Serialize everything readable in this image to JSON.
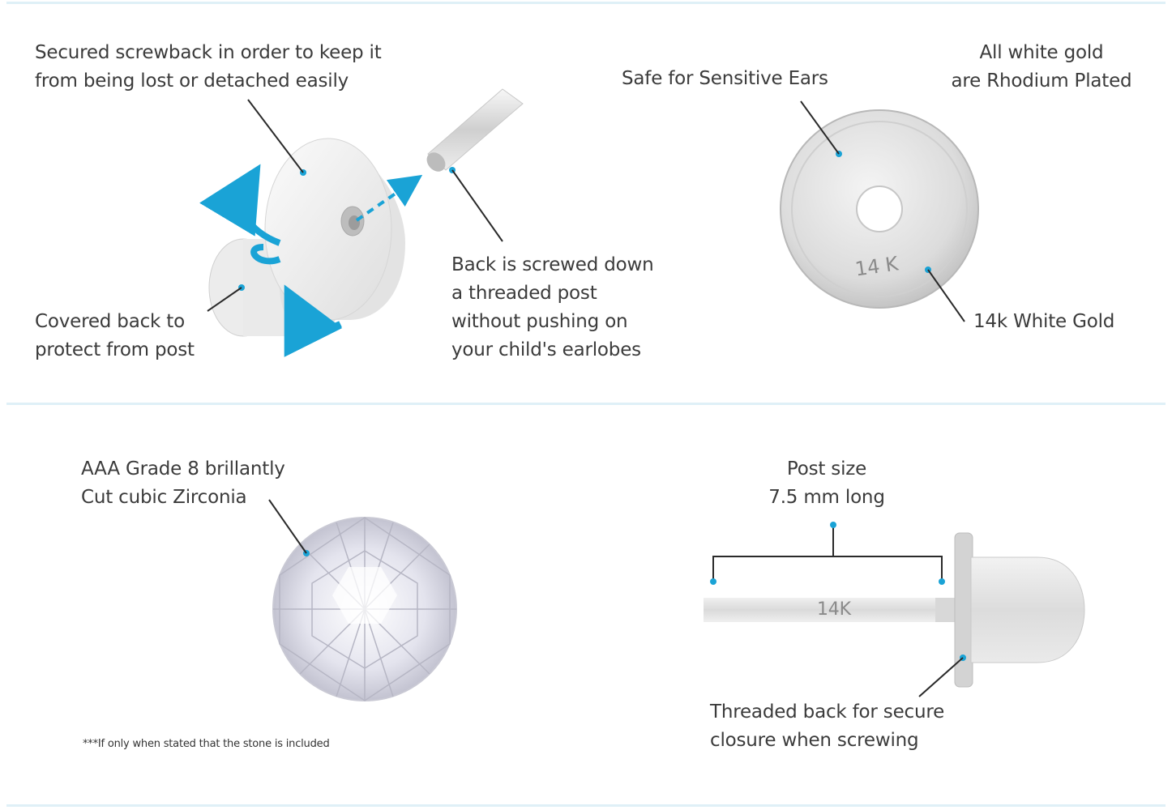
{
  "labels": {
    "screwback": [
      "Secured screwback in order to keep it",
      "from being lost or detached easily"
    ],
    "covered_back": [
      "Covered back to",
      "protect from post"
    ],
    "screwed_down": [
      "Back is screwed down",
      "a threaded post",
      "without pushing on",
      "your child's earlobes"
    ],
    "sensitive_ears": "Safe for Sensitive Ears",
    "rhodium": [
      "All white gold",
      "are Rhodium Plated"
    ],
    "white_gold": "14k White Gold",
    "disc_stamp": "14 K",
    "zirconia": [
      "AAA Grade 8 brillantly",
      "Cut cubic Zirconia"
    ],
    "footnote": "***If only when stated that the stone is included",
    "post_size": [
      "Post size",
      "7.5 mm long"
    ],
    "post_stamp": "14K",
    "threaded_back": [
      "Threaded back for secure",
      "closure when screwing"
    ]
  },
  "colors": {
    "accent": "#1aa3d6",
    "divider": "#dff0f7",
    "metal": "#d9d9d9",
    "text": "#3b3b3b"
  }
}
